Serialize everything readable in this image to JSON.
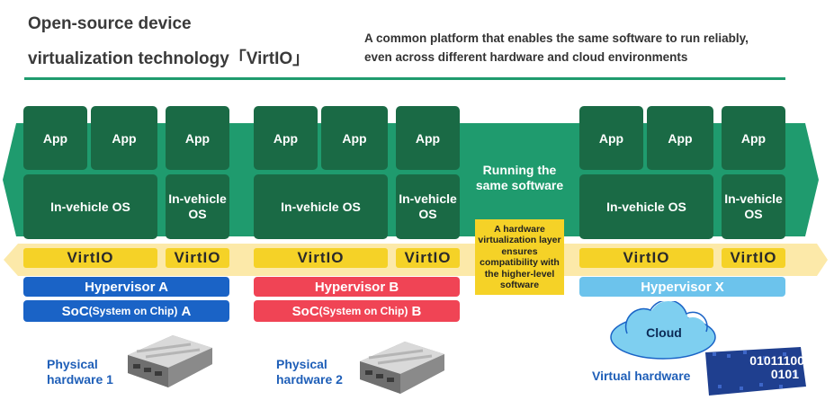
{
  "header": {
    "title_line1": "Open-source device",
    "title_line2": "virtualization technology「VirtIO」",
    "subtitle_line1": "A common platform that enables the same software to run reliably,",
    "subtitle_line2": "even across different hardware and cloud environments"
  },
  "colors": {
    "accent_green": "#1f9b6e",
    "dark_green": "#1a6a45",
    "virtio_yellow": "#f5d227",
    "hypervisor_a": "#1a63c6",
    "hypervisor_b": "#f04455",
    "hypervisor_x": "#6cc3ec",
    "hardware_label": "#1f5fb8"
  },
  "labels": {
    "app": "App",
    "os_wide": "In-vehicle OS",
    "os_narrow_line1": "In-vehicle",
    "os_narrow_line2": "OS",
    "virtio": "VirtIO"
  },
  "groups": {
    "a": {
      "hypervisor": "Hypervisor A",
      "soc_main": "SoC",
      "soc_paren": "(System on Chip)",
      "soc_suffix": "A",
      "hw_line1": "Physical",
      "hw_line2": "hardware 1"
    },
    "b": {
      "hypervisor": "Hypervisor B",
      "soc_main": "SoC",
      "soc_paren": "(System on Chip)",
      "soc_suffix": "B",
      "hw_line1": "Physical",
      "hw_line2": "hardware 2"
    },
    "x": {
      "hypervisor": "Hypervisor X",
      "cloud": "Cloud",
      "hw_label": "Virtual hardware",
      "binary_line1": "01011100",
      "binary_line2": "0101"
    }
  },
  "middle": {
    "running_line1": "Running the",
    "running_line2": "same software",
    "note_line1": "A hardware",
    "note_line2": "virtualization layer",
    "note_line3": "ensures",
    "note_line4": "compatibility with",
    "note_line5": "the higher-level",
    "note_line6": "software"
  },
  "icons": {
    "hardware_unit": "ecu-hardware-icon",
    "cloud": "cloud-icon",
    "virtual_chip": "virtual-chip-icon"
  }
}
